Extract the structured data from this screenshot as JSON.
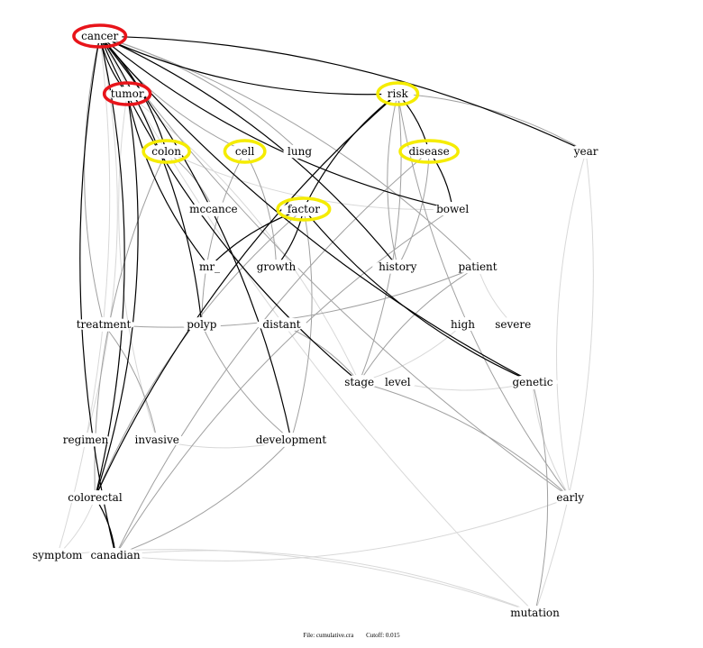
{
  "title": "Word co-occurrence network",
  "footer": {
    "file_label": "File: cumulative.cra",
    "cutoff_label": "Cutoff: 0.015"
  },
  "colors": {
    "highlight_red": "#e8141a",
    "highlight_yellow": "#f5ec00",
    "edge_strong": "#000000",
    "edge_medium": "#a0a0a0",
    "edge_weak": "#d8d8d8"
  },
  "nodes": [
    {
      "id": "cancer",
      "label": "cancer",
      "highlight": "red",
      "col": 1.1,
      "row": 0
    },
    {
      "id": "tumor",
      "label": "tumor",
      "highlight": "red",
      "col": 1.45,
      "row": 1
    },
    {
      "id": "colon",
      "label": "colon",
      "highlight": "yellow",
      "col": 1.95,
      "row": 2
    },
    {
      "id": "cell",
      "label": "cell",
      "highlight": "yellow",
      "col": 2.95,
      "row": 2
    },
    {
      "id": "lung",
      "label": "lung",
      "highlight": "none",
      "col": 3.65,
      "row": 2
    },
    {
      "id": "risk",
      "label": "risk",
      "highlight": "yellow",
      "col": 4.9,
      "row": 1
    },
    {
      "id": "disease",
      "label": "disease",
      "highlight": "yellow",
      "col": 5.3,
      "row": 2
    },
    {
      "id": "year",
      "label": "year",
      "highlight": "none",
      "col": 7.3,
      "row": 2
    },
    {
      "id": "mccance",
      "label": "mccance",
      "highlight": "none",
      "col": 2.55,
      "row": 3
    },
    {
      "id": "factor",
      "label": "factor",
      "highlight": "yellow",
      "col": 3.7,
      "row": 3
    },
    {
      "id": "bowel",
      "label": "bowel",
      "highlight": "none",
      "col": 5.6,
      "row": 3
    },
    {
      "id": "mr_",
      "label": "mr_",
      "highlight": "none",
      "col": 2.5,
      "row": 4
    },
    {
      "id": "growth",
      "label": "growth",
      "highlight": "none",
      "col": 3.35,
      "row": 4
    },
    {
      "id": "history",
      "label": "history",
      "highlight": "none",
      "col": 4.9,
      "row": 4
    },
    {
      "id": "patient",
      "label": "patient",
      "highlight": "none",
      "col": 5.92,
      "row": 4
    },
    {
      "id": "treatment",
      "label": "treatment",
      "highlight": "none",
      "col": 1.15,
      "row": 5
    },
    {
      "id": "polyp",
      "label": "polyp",
      "highlight": "none",
      "col": 2.4,
      "row": 5
    },
    {
      "id": "distant",
      "label": "distant",
      "highlight": "none",
      "col": 3.42,
      "row": 5
    },
    {
      "id": "high",
      "label": "high",
      "highlight": "none",
      "col": 5.73,
      "row": 5
    },
    {
      "id": "severe",
      "label": "severe",
      "highlight": "none",
      "col": 6.37,
      "row": 5
    },
    {
      "id": "stage",
      "label": "stage",
      "highlight": "none",
      "col": 4.41,
      "row": 6
    },
    {
      "id": "level",
      "label": "level",
      "highlight": "none",
      "col": 4.9,
      "row": 6
    },
    {
      "id": "genetic",
      "label": "genetic",
      "highlight": "none",
      "col": 6.62,
      "row": 6
    },
    {
      "id": "regimen",
      "label": "regimen",
      "highlight": "none",
      "col": 0.92,
      "row": 7
    },
    {
      "id": "invasive",
      "label": "invasive",
      "highlight": "none",
      "col": 1.83,
      "row": 7
    },
    {
      "id": "development",
      "label": "development",
      "highlight": "none",
      "col": 3.54,
      "row": 7
    },
    {
      "id": "colorectal",
      "label": "colorectal",
      "highlight": "none",
      "col": 1.04,
      "row": 8
    },
    {
      "id": "early",
      "label": "early",
      "highlight": "none",
      "col": 7.1,
      "row": 8
    },
    {
      "id": "symptom",
      "label": "symptom",
      "highlight": "none",
      "col": 0.56,
      "row": 9
    },
    {
      "id": "canadian",
      "label": "canadian",
      "highlight": "none",
      "col": 1.3,
      "row": 9
    },
    {
      "id": "mutation",
      "label": "mutation",
      "highlight": "none",
      "col": 6.65,
      "row": 10
    }
  ],
  "edges": [
    {
      "from": "cancer",
      "to": "tumor",
      "strength": "strong"
    },
    {
      "from": "cancer",
      "to": "colon",
      "strength": "strong"
    },
    {
      "from": "cancer",
      "to": "risk",
      "strength": "strong"
    },
    {
      "from": "cancer",
      "to": "year",
      "strength": "strong"
    },
    {
      "from": "cancer",
      "to": "bowel",
      "strength": "strong"
    },
    {
      "from": "cancer",
      "to": "history",
      "strength": "strong"
    },
    {
      "from": "cancer",
      "to": "genetic",
      "strength": "strong"
    },
    {
      "from": "cancer",
      "to": "development",
      "strength": "strong"
    },
    {
      "from": "cancer",
      "to": "stage",
      "strength": "strong"
    },
    {
      "from": "cancer",
      "to": "colorectal",
      "strength": "strong"
    },
    {
      "from": "cancer",
      "to": "canadian",
      "strength": "strong"
    },
    {
      "from": "cancer",
      "to": "polyp",
      "strength": "strong"
    },
    {
      "from": "cancer",
      "to": "treatment",
      "strength": "medium"
    },
    {
      "from": "cancer",
      "to": "lung",
      "strength": "medium"
    },
    {
      "from": "cancer",
      "to": "cell",
      "strength": "medium"
    },
    {
      "from": "cancer",
      "to": "patient",
      "strength": "medium"
    },
    {
      "from": "cancer",
      "to": "early",
      "strength": "medium"
    },
    {
      "from": "cancer",
      "to": "symptom",
      "strength": "weak"
    },
    {
      "from": "cancer",
      "to": "mutation",
      "strength": "weak"
    },
    {
      "from": "cancer",
      "to": "regimen",
      "strength": "weak"
    },
    {
      "from": "tumor",
      "to": "mr_",
      "strength": "strong"
    },
    {
      "from": "tumor",
      "to": "colorectal",
      "strength": "strong"
    },
    {
      "from": "tumor",
      "to": "invasive",
      "strength": "weak"
    },
    {
      "from": "tumor",
      "to": "stage",
      "strength": "weak"
    },
    {
      "from": "risk",
      "to": "factor",
      "strength": "strong"
    },
    {
      "from": "risk",
      "to": "disease",
      "strength": "strong"
    },
    {
      "from": "risk",
      "to": "colorectal",
      "strength": "strong"
    },
    {
      "from": "risk",
      "to": "year",
      "strength": "medium"
    },
    {
      "from": "risk",
      "to": "history",
      "strength": "medium"
    },
    {
      "from": "risk",
      "to": "stage",
      "strength": "medium"
    },
    {
      "from": "risk",
      "to": "early",
      "strength": "medium"
    },
    {
      "from": "disease",
      "to": "bowel",
      "strength": "strong"
    },
    {
      "from": "disease",
      "to": "history",
      "strength": "medium"
    },
    {
      "from": "disease",
      "to": "canadian",
      "strength": "medium"
    },
    {
      "from": "factor",
      "to": "mr_",
      "strength": "strong"
    },
    {
      "from": "factor",
      "to": "growth",
      "strength": "strong"
    },
    {
      "from": "factor",
      "to": "genetic",
      "strength": "strong"
    },
    {
      "from": "factor",
      "to": "development",
      "strength": "medium"
    },
    {
      "from": "factor",
      "to": "colorectal",
      "strength": "medium"
    },
    {
      "from": "cell",
      "to": "growth",
      "strength": "medium"
    },
    {
      "from": "cell",
      "to": "polyp",
      "strength": "medium"
    },
    {
      "from": "colon",
      "to": "mccance",
      "strength": "medium"
    },
    {
      "from": "colon",
      "to": "colorectal",
      "strength": "medium"
    },
    {
      "from": "colon",
      "to": "bowel",
      "strength": "weak"
    },
    {
      "from": "colorectal",
      "to": "canadian",
      "strength": "strong"
    },
    {
      "from": "colorectal",
      "to": "symptom",
      "strength": "weak"
    },
    {
      "from": "patient",
      "to": "treatment",
      "strength": "medium"
    },
    {
      "from": "patient",
      "to": "stage",
      "strength": "medium"
    },
    {
      "from": "stage",
      "to": "early",
      "strength": "medium"
    },
    {
      "from": "stage",
      "to": "distant",
      "strength": "medium"
    },
    {
      "from": "genetic",
      "to": "mutation",
      "strength": "medium"
    },
    {
      "from": "genetic",
      "to": "early",
      "strength": "weak"
    },
    {
      "from": "polyp",
      "to": "development",
      "strength": "medium"
    },
    {
      "from": "canadian",
      "to": "bowel",
      "strength": "medium"
    },
    {
      "from": "canadian",
      "to": "development",
      "strength": "medium"
    },
    {
      "from": "canadian",
      "to": "mutation",
      "strength": "weak"
    },
    {
      "from": "canadian",
      "to": "early",
      "strength": "weak"
    },
    {
      "from": "high",
      "to": "stage",
      "strength": "weak"
    },
    {
      "from": "level",
      "to": "genetic",
      "strength": "weak"
    },
    {
      "from": "severe",
      "to": "patient",
      "strength": "weak"
    },
    {
      "from": "invasive",
      "to": "development",
      "strength": "weak"
    },
    {
      "from": "treatment",
      "to": "invasive",
      "strength": "medium"
    },
    {
      "from": "symptom",
      "to": "mutation",
      "strength": "weak"
    },
    {
      "from": "year",
      "to": "early",
      "strength": "weak"
    },
    {
      "from": "year",
      "to": "mutation",
      "strength": "weak"
    }
  ]
}
